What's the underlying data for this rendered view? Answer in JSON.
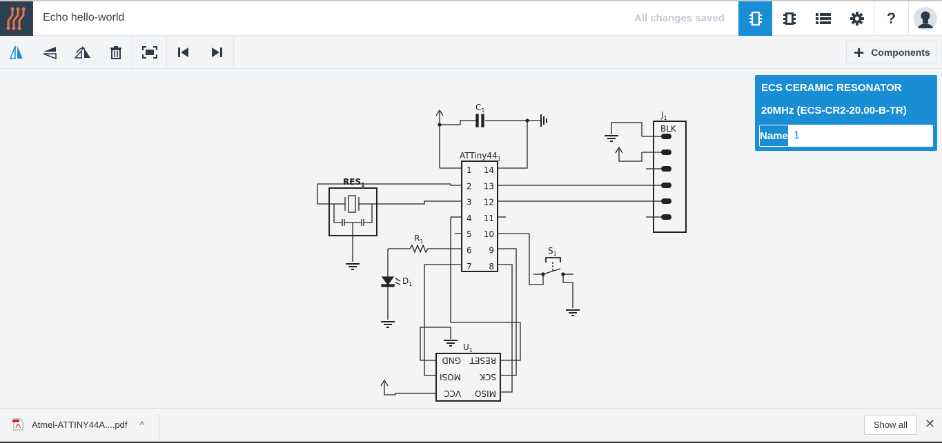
{
  "app": {
    "title": "Echo hello-world",
    "save_status": "All changes saved",
    "nav_icons": [
      "schematic-icon",
      "pcb-icon",
      "bom-list-icon",
      "settings-gear-icon",
      "help-icon",
      "user-avatar-icon"
    ],
    "help_label": "?"
  },
  "toolbar": {
    "tools": [
      "flip-horizontal-icon",
      "flip-vertical-icon",
      "rotate-icon",
      "delete-icon",
      "fit-to-screen-icon",
      "first-icon",
      "last-icon"
    ],
    "components_label": "Components",
    "components_plus": "+"
  },
  "inspector": {
    "title_line1": "ECS CERAMIC RESONATOR",
    "title_line2": "20MHz (ECS-CR2-20.00-B-TR)",
    "name_label": "Name",
    "name_value": "1"
  },
  "schematic": {
    "mcu": {
      "name": "ATTiny44",
      "sub": "1",
      "left_pins": [
        "1",
        "2",
        "3",
        "4",
        "5",
        "6",
        "7"
      ],
      "right_pins": [
        "14",
        "13",
        "12",
        "11",
        "10",
        "9",
        "8"
      ]
    },
    "capacitor": {
      "name": "C",
      "sub": "1"
    },
    "resonator": {
      "name": "RES",
      "sub": "1"
    },
    "resistor": {
      "name": "R",
      "sub": "1"
    },
    "led": {
      "name": "D",
      "sub": "1"
    },
    "switch": {
      "name": "S",
      "sub": "1"
    },
    "header": {
      "name": "J",
      "sub": "1",
      "label": "BLK"
    },
    "isp": {
      "name": "U",
      "sub": "1",
      "left_pins": [
        "GND",
        "MOSI",
        "VCC"
      ],
      "right_pins": [
        "RESET",
        "SCK",
        "MISO"
      ]
    }
  },
  "downloads": {
    "file_name": "Atmel-ATTINY44A....pdf",
    "expand_glyph": "^",
    "show_all_label": "Show all",
    "close_glyph": "✕"
  }
}
